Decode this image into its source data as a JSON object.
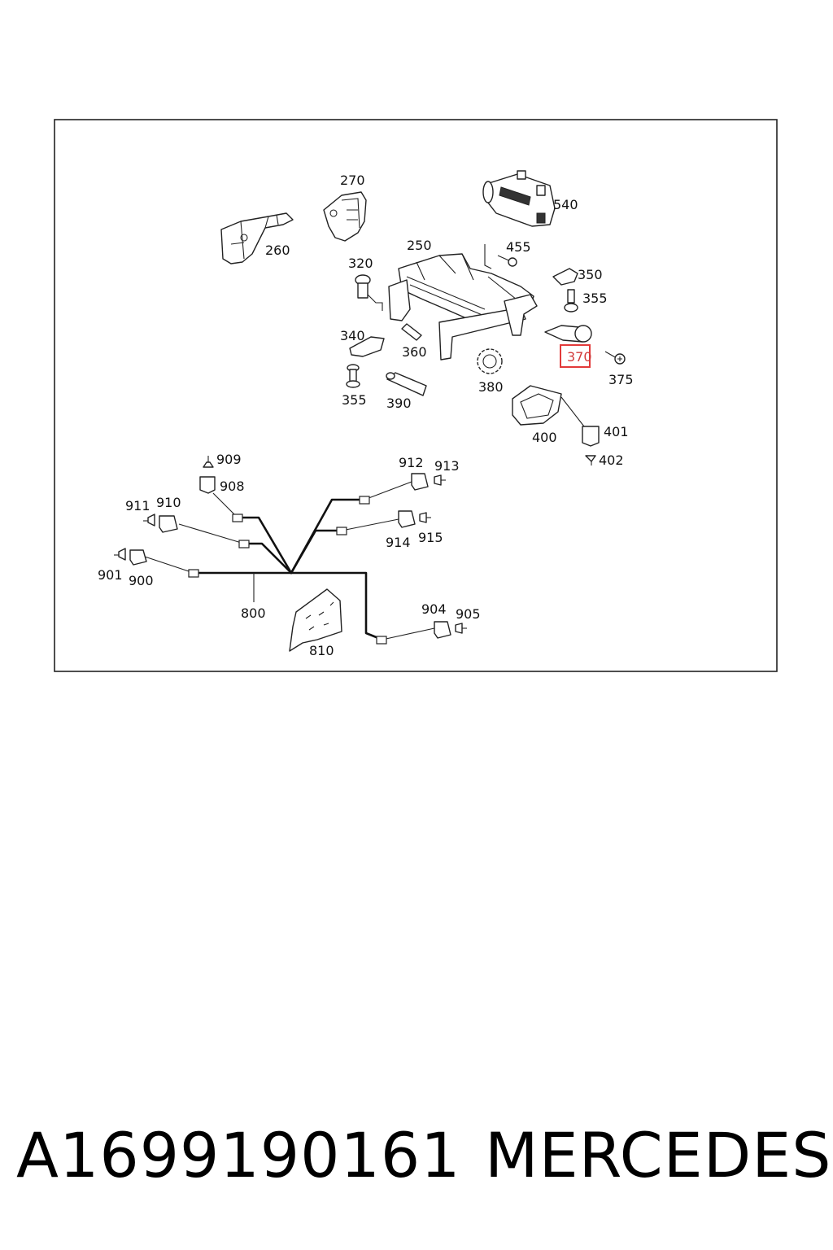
{
  "labels": {
    "p270": "270",
    "p260": "260",
    "p540": "540",
    "p250": "250",
    "p455": "455",
    "p320": "320",
    "p350": "350",
    "p355a": "355",
    "p340": "340",
    "p360": "360",
    "p370": "370",
    "p375": "375",
    "p380": "380",
    "p355b": "355",
    "p390": "390",
    "p400": "400",
    "p401": "401",
    "p402": "402",
    "p909": "909",
    "p908": "908",
    "p912": "912",
    "p913": "913",
    "p911": "911",
    "p910": "910",
    "p914": "914",
    "p915": "915",
    "p901": "901",
    "p900": "900",
    "p904": "904",
    "p905": "905",
    "p800": "800",
    "p810": "810"
  },
  "highlighted_part": "370",
  "highlight_color": "#e23a3a",
  "caption": {
    "part_number": "A1699190161",
    "brand": "MERCEDES"
  }
}
